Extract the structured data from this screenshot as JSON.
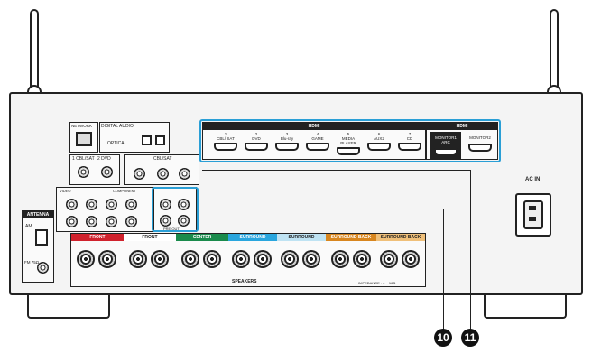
{
  "network": {
    "label": "NETWORK"
  },
  "digital_audio": {
    "label": "DIGITAL AUDIO",
    "optical": "OPTICAL"
  },
  "coax_inputs": [
    "1 CBL/SAT",
    "2 DVD"
  ],
  "cbl_sat": {
    "label": "CBL/SAT"
  },
  "video_label": "VIDEO",
  "component_label": "COMPONENT",
  "preout_label": "PRE OUT",
  "hdmi": {
    "header": "HDMI",
    "inputs": [
      {
        "num": "1",
        "label": "CBL/ SAT"
      },
      {
        "num": "2",
        "label": "DVD"
      },
      {
        "num": "3",
        "label": "Blu-ray"
      },
      {
        "num": "4",
        "label": "GAME"
      },
      {
        "num": "5",
        "label": "MEDIA PLAYER"
      },
      {
        "num": "6",
        "label": "AUX2"
      },
      {
        "num": "7",
        "label": "CD"
      }
    ],
    "monitor_header": "HDMI",
    "monitor1": "MONITOR1 ARC",
    "monitor2": "MONITOR2"
  },
  "ac_in": "AC IN",
  "antenna": {
    "label": "ANTENNA",
    "am": "AM",
    "fm": "FM 75Ω"
  },
  "speakers": {
    "label": "SPEAKERS",
    "impedance": "IMPEDANCE : 4 ~ 16Ω",
    "groups": [
      {
        "label": "FRONT",
        "color": "#d0222d"
      },
      {
        "label": "FRONT",
        "color": "#ffffff"
      },
      {
        "label": "CENTER",
        "color": "#1a8b4c"
      },
      {
        "label": "SURROUND",
        "color": "#2aa6de"
      },
      {
        "label": "SURROUND",
        "color": "#bfe3f3"
      },
      {
        "label": "SURROUND BACK",
        "color": "#d8861f"
      },
      {
        "label": "SURROUND BACK",
        "color": "#f0c07a"
      }
    ]
  },
  "callouts": [
    "10",
    "11"
  ],
  "colors": {
    "highlight": "#2a9fd6"
  }
}
